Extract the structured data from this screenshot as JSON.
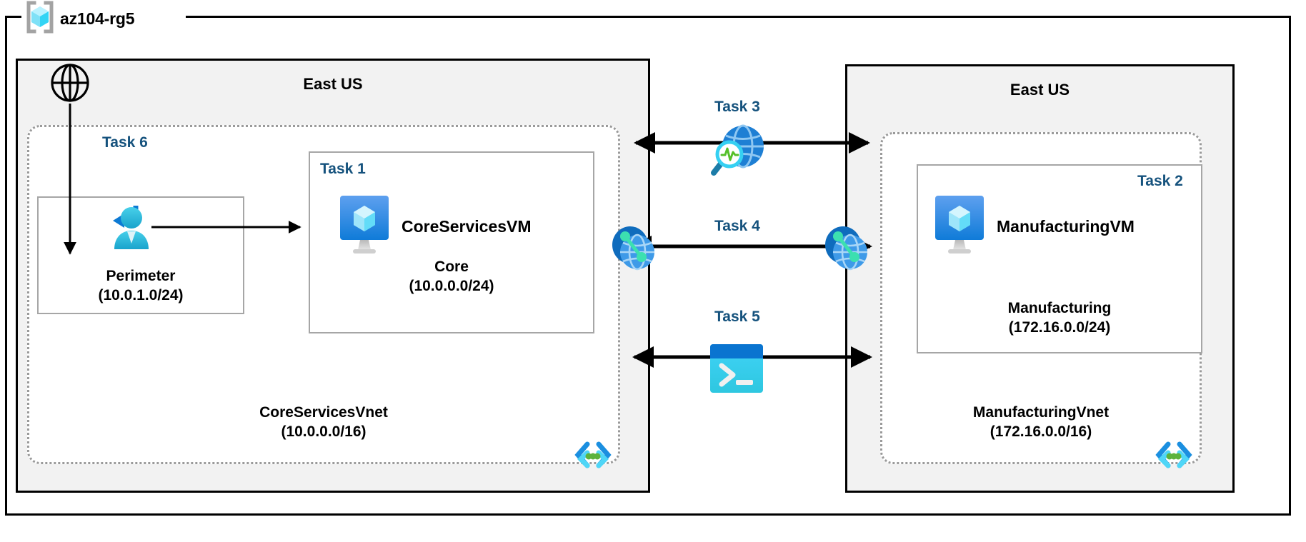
{
  "resource_group": {
    "name": "az104-rg5",
    "icon": "azure-resource-group-icon"
  },
  "regions": [
    {
      "id": "left",
      "title": "East US"
    },
    {
      "id": "right",
      "title": "East US"
    }
  ],
  "vnets": [
    {
      "id": "core",
      "name": "CoreServicesVnet",
      "cidr": "(10.0.0.0/16)",
      "corner_icon": "subnet-brackets-icon"
    },
    {
      "id": "manufacturing",
      "name": "ManufacturingVnet",
      "cidr": "(172.16.0.0/16)",
      "corner_icon": "subnet-brackets-icon"
    }
  ],
  "subnets": [
    {
      "id": "perimeter",
      "name": "Perimeter",
      "cidr": "(10.0.1.0/24)",
      "task": "Task 6",
      "icon": "perimeter-user-icon"
    },
    {
      "id": "core",
      "name": "Core",
      "cidr": "(10.0.0.0/24)",
      "task": "Task 1",
      "icon": "virtual-machine-icon"
    },
    {
      "id": "manufacturing",
      "name": "Manufacturing",
      "cidr": "(172.16.0.0/24)",
      "task": "Task 2",
      "icon": "virtual-machine-icon"
    }
  ],
  "virtual_machines": [
    {
      "id": "core-vm",
      "name": "CoreServicesVM",
      "icon": "virtual-machine-icon"
    },
    {
      "id": "manufacturing-vm",
      "name": "ManufacturingVM",
      "icon": "virtual-machine-icon"
    }
  ],
  "connections": [
    {
      "id": "task3",
      "task": "Task 3",
      "icon": "network-watcher-icon"
    },
    {
      "id": "task4",
      "task": "Task 4",
      "icon": "vnet-peering-icon"
    },
    {
      "id": "task5",
      "task": "Task 5",
      "icon": "cloud-shell-icon"
    }
  ],
  "internet": {
    "icon": "globe-internet-icon"
  },
  "vnet_badges": [
    {
      "id": "core-vnet-badge",
      "icon": "virtual-network-icon"
    },
    {
      "id": "manufacturing-vnet-badge",
      "icon": "virtual-network-icon"
    }
  ],
  "colors": {
    "task_label": "#15527d",
    "region_fill": "#f2f2f2",
    "region_border": "#000000",
    "vnet_border": "#9a9a9a",
    "subnet_border": "#a6a6a6",
    "azure_blue": "#0078d4",
    "azure_cyan": "#32d4f5",
    "accent_green": "#5db33d"
  }
}
